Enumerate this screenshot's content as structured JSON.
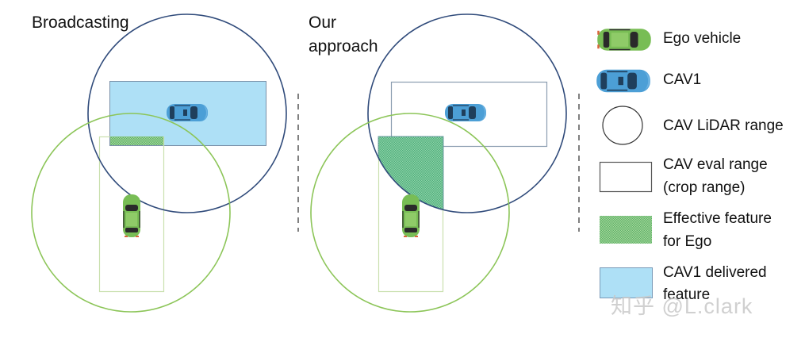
{
  "panels": {
    "left": {
      "title": "Broadcasting"
    },
    "right": {
      "title_line1": "Our",
      "title_line2": "approach"
    }
  },
  "legend": {
    "items": [
      {
        "label": "Ego vehicle",
        "symbol": "green-car"
      },
      {
        "label": "CAV1",
        "symbol": "blue-car"
      },
      {
        "label": "CAV LiDAR range",
        "symbol": "circle-outline"
      },
      {
        "label_line1": "CAV eval range",
        "label_line2": "(crop range)",
        "symbol": "rect-outline"
      },
      {
        "label_line1": "Effective feature",
        "label_line2": "for Ego",
        "symbol": "green-hatched-rect"
      },
      {
        "label_line1": "CAV1 delivered",
        "label_line2": "feature",
        "symbol": "light-blue-rect"
      }
    ]
  },
  "watermark": "知乎 @L.clark",
  "colors": {
    "cav_circle": "#2f4a7a",
    "ego_circle": "#8cc558",
    "delivered_fill": "#aee0f6",
    "effective_fill": "#6cc08a",
    "ego_car": "#78bd55",
    "cav_car": "#4c9fd6",
    "divider": "#808080"
  }
}
